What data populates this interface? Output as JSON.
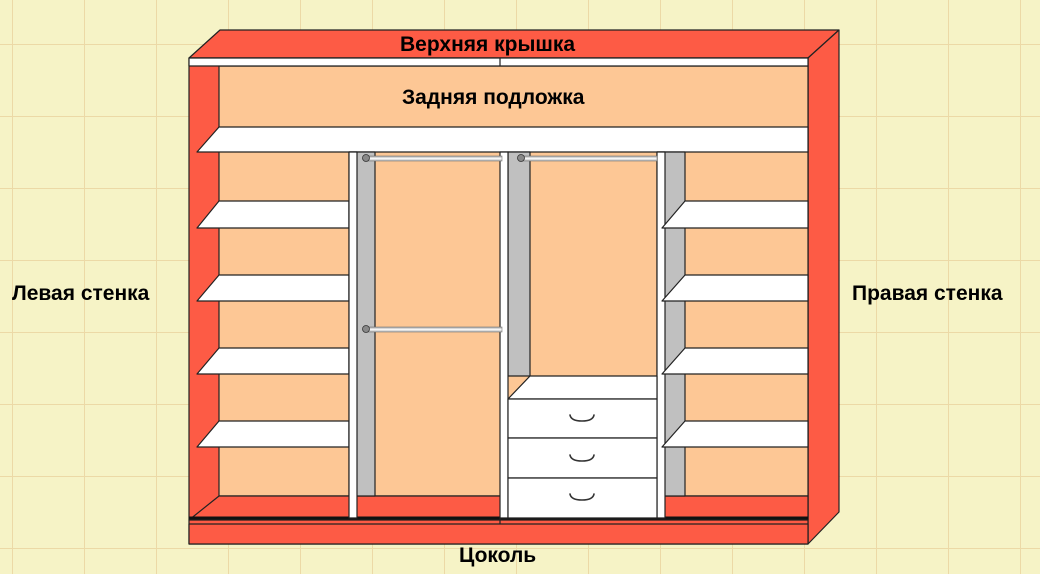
{
  "labels": {
    "top_cover": "Верхняя крышка",
    "back_panel": "Задняя подложка",
    "left_wall": "Левая стенка",
    "right_wall": "Правая стенка",
    "plinth": "Цоколь"
  },
  "colors": {
    "carcass": "#fd5b45",
    "back_panel": "#fdc795",
    "shelf": "#ffffff",
    "partition": "#c0c0c0",
    "outline": "#222222",
    "background": "#f6f3c6"
  }
}
